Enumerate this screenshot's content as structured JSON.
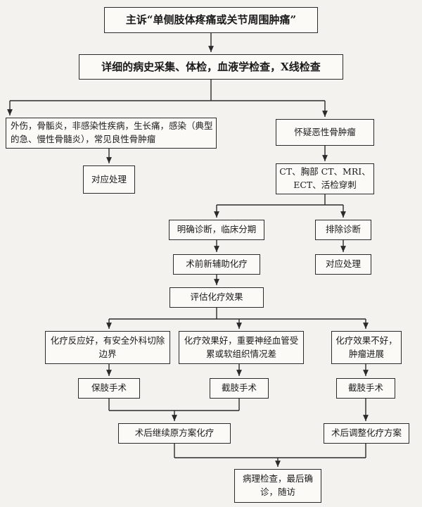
{
  "nodes": {
    "chief": "主诉“单侧肢体疼痛或关节周围肿痛”",
    "workup": "详细的病史采集、体检，血液学检查，X线检查",
    "benign": "外伤，骨骺炎，非感染性疾病，生长痛，感染（典型的急、慢性骨髓炎），常见良性骨肿瘤",
    "suspect": "怀疑恶性骨肿瘤",
    "handle1": "对应处理",
    "imaging": "CT、胸部 CT、MRI、ECT、活检穿刺",
    "diagnose": "明确诊断，临床分期",
    "exclude": "排除诊断",
    "neoadj": "术前新辅助化疗",
    "handle2": "对应处理",
    "evaluate": "评估化疗效果",
    "good_margin": "化疗反应好，有安全外科切除边界",
    "good_nerve": "化疗效果好，重要神经血管受累或软组织情况差",
    "poor": "化疗效果不好，肿瘤进展",
    "limb_salvage": "保肢手术",
    "amputation1": "截肢手术",
    "amputation2": "截肢手术",
    "post_same": "术后继续原方案化疗",
    "post_adjust": "术后调整化疗方案",
    "final": "病理检查，最后确诊，随访"
  }
}
